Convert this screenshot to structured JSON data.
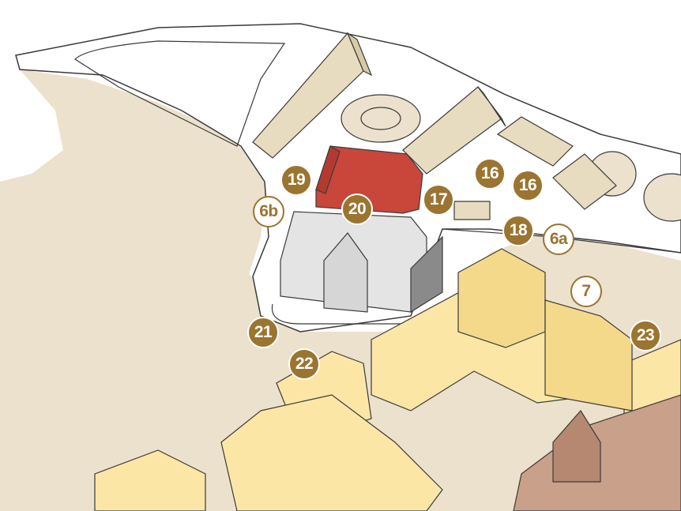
{
  "colors": {
    "ground": "#ece1cc",
    "road": "#ffffff",
    "outline": "#3a3a3a",
    "highlight_building": "#c9463a",
    "grey_building": "#e4e4e4",
    "roof_beige": "#e8dcc0",
    "yellow_building": "#fbe6a6",
    "brick_building": "#c9a08a",
    "marker_fill": "#9b7430",
    "marker_text_on_fill": "#ffffff"
  },
  "markers": [
    {
      "id": "19",
      "label": "19",
      "style": "filled"
    },
    {
      "id": "6b",
      "label": "6b",
      "style": "outline"
    },
    {
      "id": "20",
      "label": "20",
      "style": "filled"
    },
    {
      "id": "17",
      "label": "17",
      "style": "filled"
    },
    {
      "id": "16a",
      "label": "16",
      "style": "filled"
    },
    {
      "id": "16b",
      "label": "16",
      "style": "filled"
    },
    {
      "id": "18",
      "label": "18",
      "style": "filled"
    },
    {
      "id": "6a",
      "label": "6a",
      "style": "outline"
    },
    {
      "id": "7",
      "label": "7",
      "style": "outline"
    },
    {
      "id": "21",
      "label": "21",
      "style": "filled"
    },
    {
      "id": "22",
      "label": "22",
      "style": "filled"
    },
    {
      "id": "23",
      "label": "23",
      "style": "filled"
    }
  ]
}
